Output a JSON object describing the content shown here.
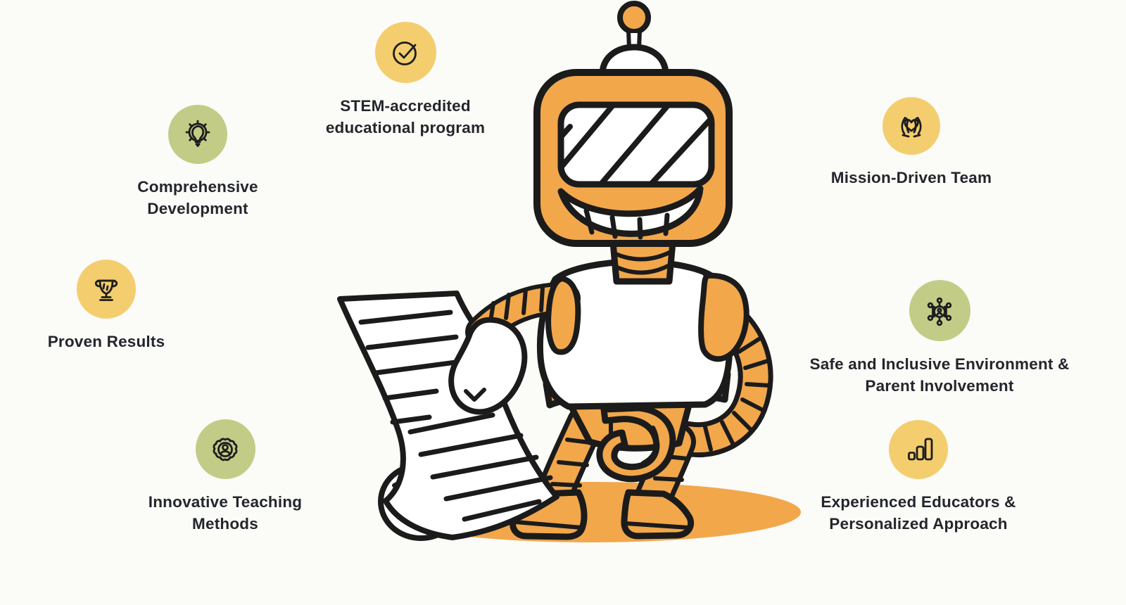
{
  "colors": {
    "badge_yellow": "#F4CE6E",
    "badge_green": "#C3CC86",
    "accent_orange": "#F2A74B",
    "outline": "#1B1B1B",
    "text": "#23262B",
    "background": "#FBFBF8"
  },
  "illustration": {
    "name": "robot-mascot-with-scroll",
    "description": "Hand-drawn orange cartoon robot with TV-shaped head, striped visor and antenna, smiling, holding a long white scroll with written lines, standing on an orange ground ellipse",
    "ground_color": "#F2A74B"
  },
  "features": [
    {
      "label": "STEM-accredited educational program",
      "icon": "check-circle-icon",
      "badge_color": "yellow"
    },
    {
      "label": "Comprehensive Development",
      "icon": "lightbulb-gear-icon",
      "badge_color": "green"
    },
    {
      "label": "Proven Results",
      "icon": "trophy-icon",
      "badge_color": "yellow"
    },
    {
      "label": "Innovative Teaching Methods",
      "icon": "person-badge-icon",
      "badge_color": "green"
    },
    {
      "label": "Mission-Driven Team",
      "icon": "hands-heart-icon",
      "badge_color": "yellow"
    },
    {
      "label": "Safe and Inclusive Environment & Parent Involvement",
      "icon": "network-icon",
      "badge_color": "green"
    },
    {
      "label": "Experienced Educators & Personalized Approach",
      "icon": "bar-chart-icon",
      "badge_color": "yellow"
    }
  ]
}
